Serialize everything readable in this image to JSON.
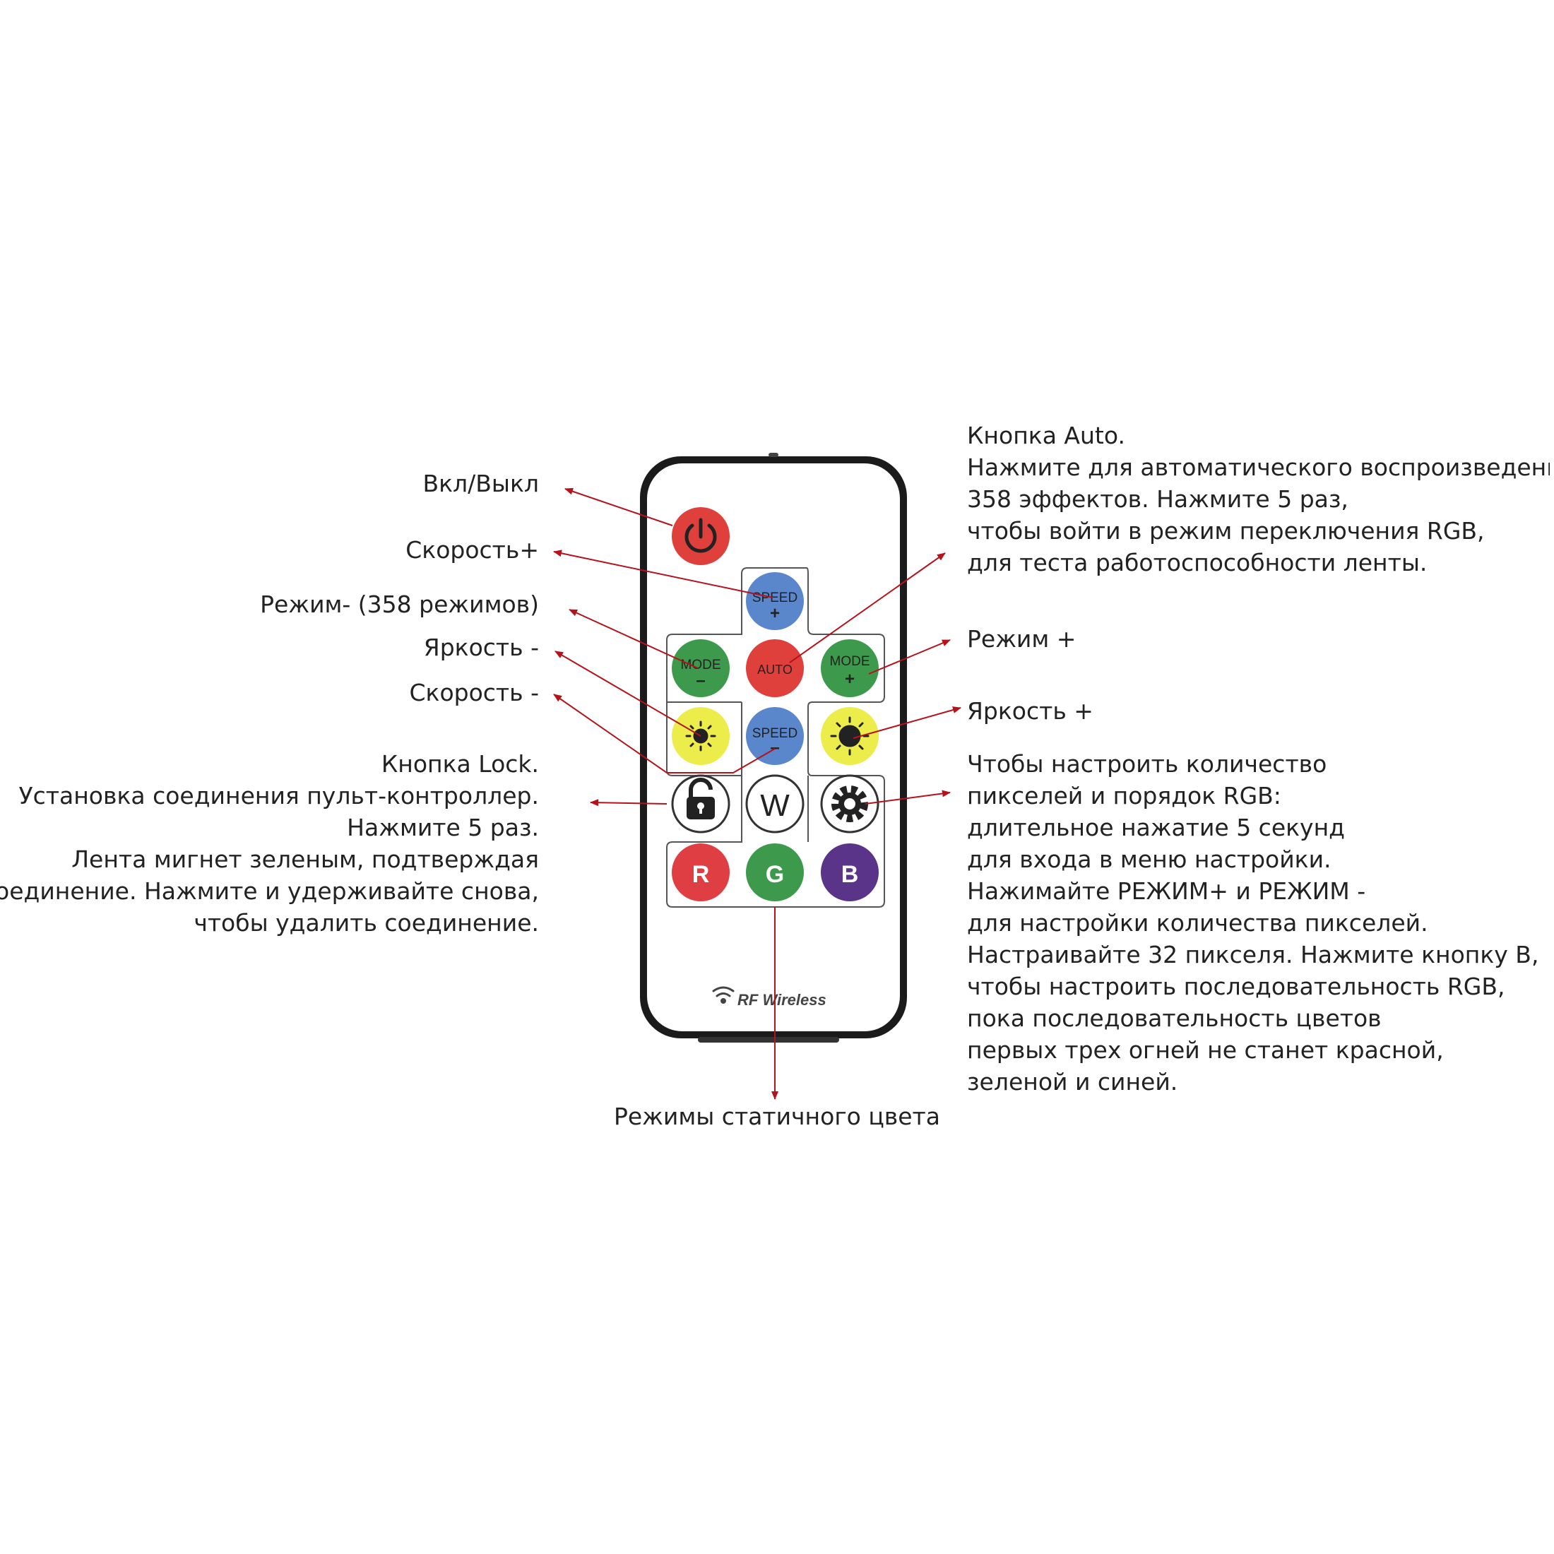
{
  "remote": {
    "brand": "RF Wireless",
    "buttons": {
      "speed_plus": [
        "SPEED",
        "+"
      ],
      "mode_minus": [
        "MODE",
        "–"
      ],
      "auto": "AUTO",
      "mode_plus": [
        "MODE",
        "+"
      ],
      "speed_minus": [
        "SPEED",
        "–"
      ],
      "w": "W",
      "r": "R",
      "g": "G",
      "b": "B"
    },
    "icons": [
      "power-icon",
      "sun-dim-icon",
      "sun-bright-icon",
      "lock-icon",
      "gear-icon",
      "wifi-icon"
    ]
  },
  "labels": {
    "power": "Вкл/Выкл",
    "speed_plus": "Скорость+",
    "mode_minus": "Режим- (358 режимов)",
    "bright_minus": "Яркость -",
    "speed_minus": "Скорость -",
    "lock": [
      "Кнопка Lock.",
      "Установка соединения пульт-контроллер.",
      "Нажмите 5 раз.",
      "Лента мигнет зеленым, подтверждая",
      "соединение. Нажмите и удерживайте снова,",
      "чтобы удалить соединение."
    ],
    "auto": [
      "Кнопка Auto.",
      "Нажмите для автоматического воспроизведения",
      "358 эффектов. Нажмите 5 раз,",
      "чтобы войти в режим переключения RGB,",
      "для теста работоспособности ленты."
    ],
    "mode_plus": "Режим +",
    "bright_plus": "Яркость +",
    "settings": [
      "Чтобы настроить количество",
      "пикселей и порядок RGB:",
      "длительное нажатие 5 секунд",
      "для входа в меню настройки.",
      "Нажимайте РЕЖИМ+ и РЕЖИМ -",
      "для настройки количества пикселей.",
      "Настраивайте 32 пикселя. Нажмите кнопку B,",
      "чтобы настроить последовательность RGB,",
      "пока последовательность цветов",
      "первых трех огней не станет красной,",
      "зеленой и синей."
    ],
    "static": "Режимы статичного цвета"
  },
  "colors": {
    "arrow": "#b5121b",
    "power": "#e0403c",
    "speed": "#5a86cc",
    "mode": "#3d9a4c",
    "auto": "#e0403c",
    "sun": "#ecec4a",
    "r": "#df3f42",
    "g": "#3d9a4c",
    "b": "#5a3488"
  }
}
